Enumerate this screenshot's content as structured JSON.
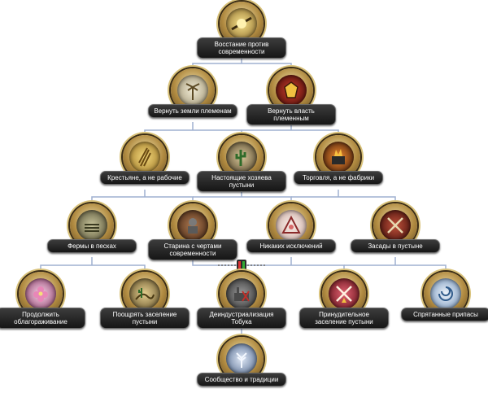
{
  "focuses": {
    "root": {
      "label": "Восстание против современности",
      "icon": "rising-sun-icon",
      "color": "#c9a45a"
    },
    "return_lands": {
      "label": "Вернуть земли племенам",
      "icon": "palm-tree-icon",
      "color": "#d8d2b8"
    },
    "return_power": {
      "label": "Вернуть власть племенным",
      "icon": "tribal-crest-icon",
      "color": "#7a1d14"
    },
    "peasants": {
      "label": "Крестьяне, а не рабочие",
      "icon": "wheat-icon",
      "color": "#c9a24a"
    },
    "true_masters": {
      "label": "Настоящие хозяева пустыни",
      "icon": "cactus-icon",
      "color": "#6b5a3a"
    },
    "trade": {
      "label": "Торговля, а не фабрики",
      "icon": "burning-factory-icon",
      "color": "#b5441c"
    },
    "farms": {
      "label": "Фермы в песках",
      "icon": "farm-icon",
      "color": "#8f8a62"
    },
    "antiquity": {
      "label": "Старина с чертами современности",
      "icon": "armor-icon",
      "color": "#7d4b2e"
    },
    "no_exceptions": {
      "label": "Никаких исключений",
      "icon": "triangle-emblem-icon",
      "color": "#f0d8d0"
    },
    "ambush": {
      "label": "Засады в пустыне",
      "icon": "crossed-swords-icon",
      "color": "#8a2a1f"
    },
    "cultivation": {
      "label": "Продолжить облагораживание",
      "icon": "flower-icon",
      "color": "#e28ab5"
    },
    "settlement": {
      "label": "Поощрять заселение пустыни",
      "icon": "desert-dune-icon",
      "color": "#b29a5c"
    },
    "deindustrial": {
      "label": "Деиндустриализация Тобука",
      "icon": "ruined-factory-icon",
      "color": "#6a6a6a"
    },
    "forced_settlement": {
      "label": "Принудительное заселение пустыни",
      "icon": "crossed-out-tools-icon",
      "color": "#b0303a"
    },
    "hidden_supplies": {
      "label": "Спрятанные припасы",
      "icon": "swirl-emblem-icon",
      "color": "#6d9ac8"
    },
    "community": {
      "label": "Сообщество и традиции",
      "icon": "tree-emblem-icon",
      "color": "#7e95b8"
    }
  }
}
